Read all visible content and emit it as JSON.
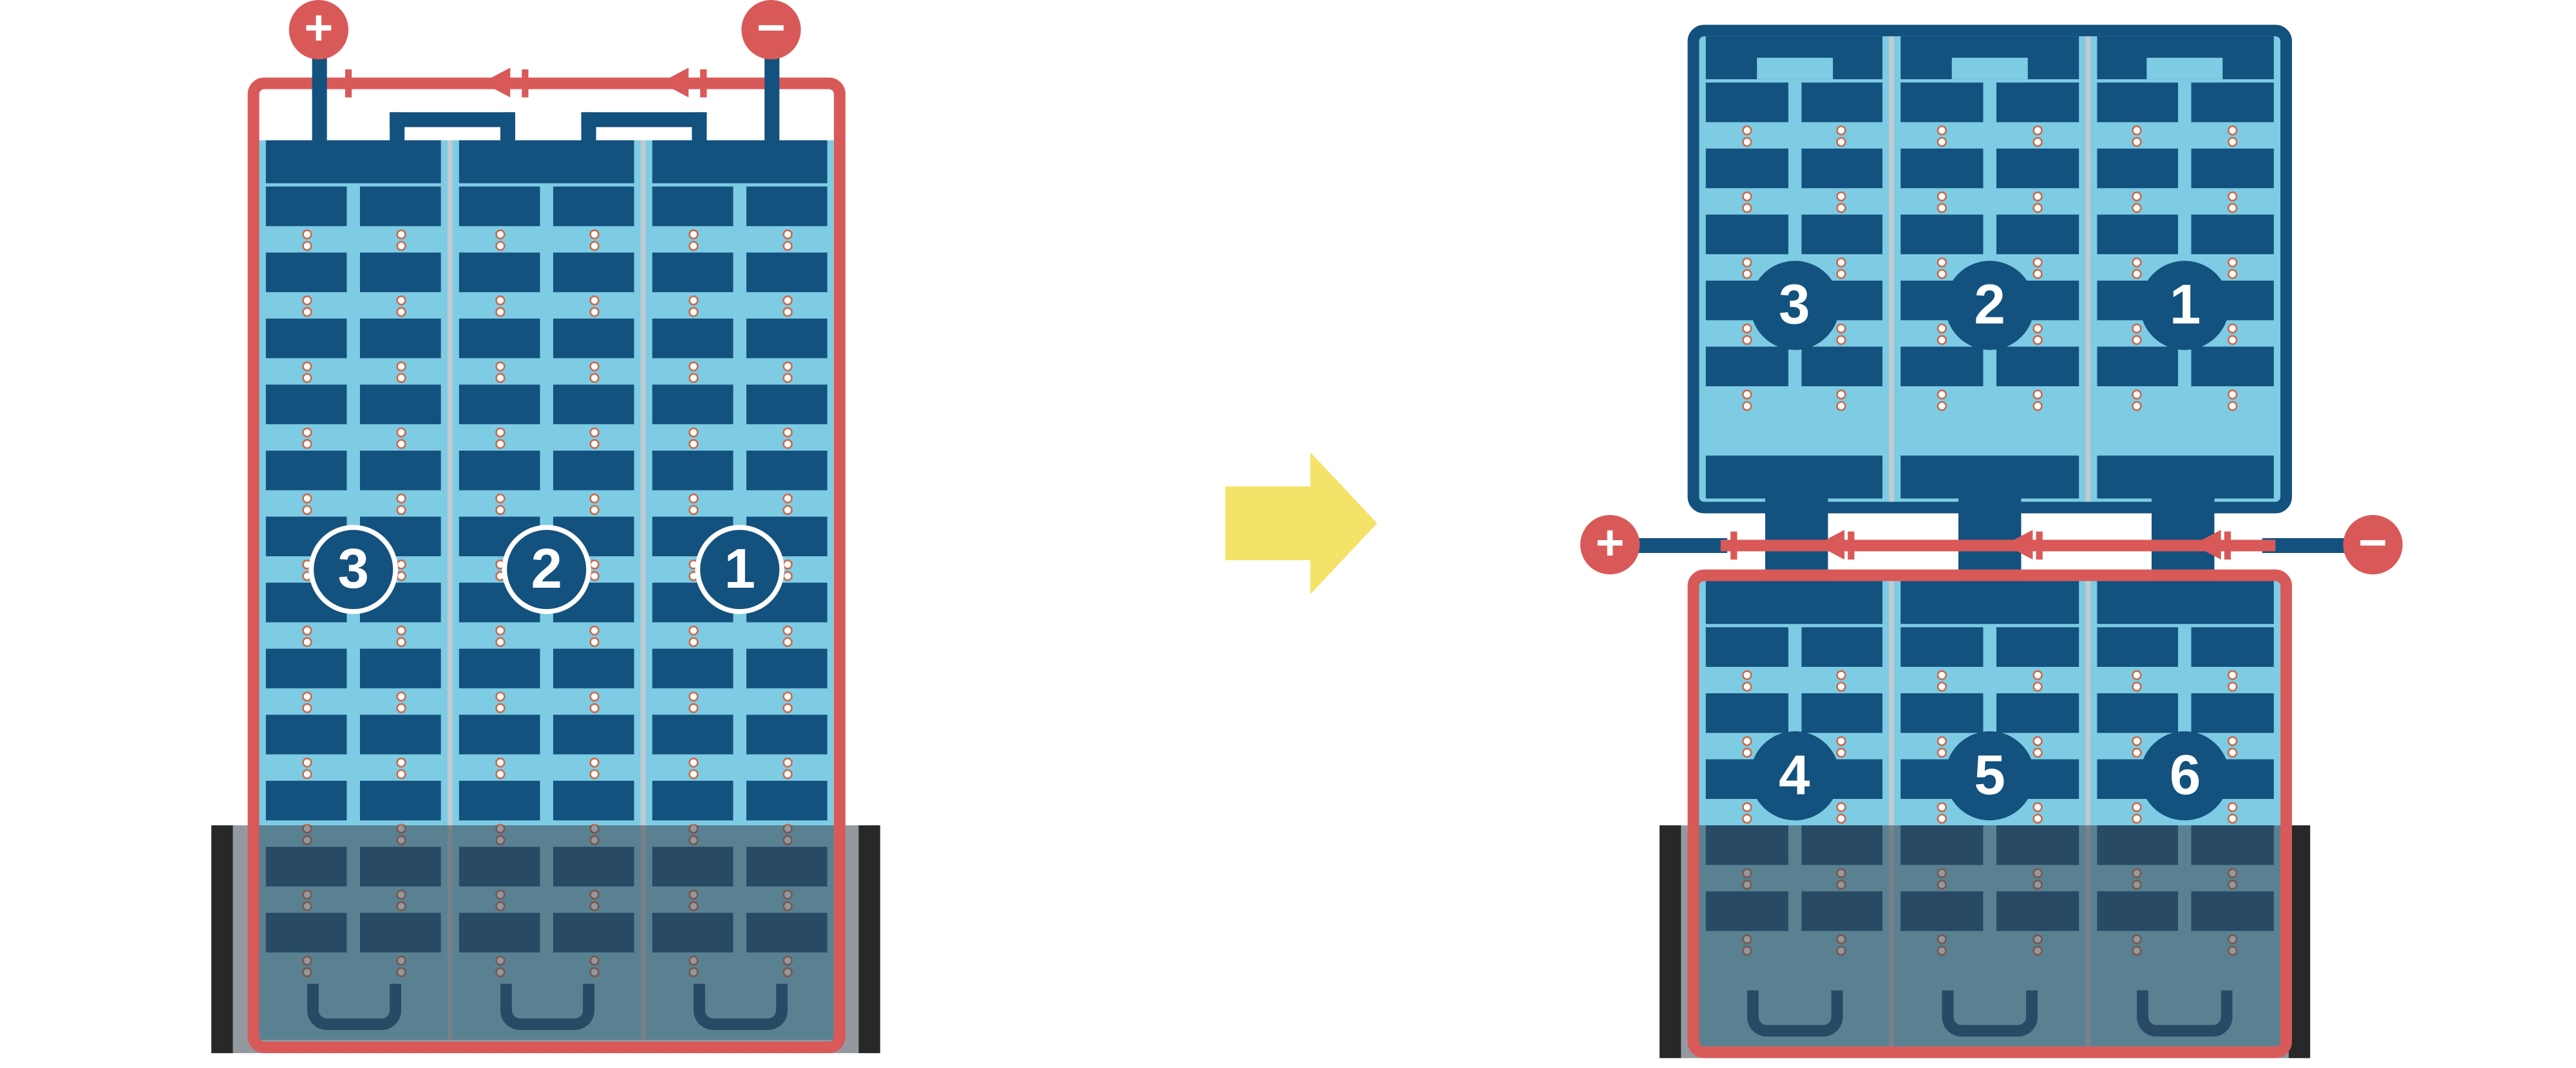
{
  "diagram": {
    "type": "battery-string-reconfiguration",
    "before": {
      "string_labels": [
        "3",
        "2",
        "1"
      ],
      "positive_terminal": "+",
      "negative_terminal": "−"
    },
    "after": {
      "top_string_labels": [
        "3",
        "2",
        "1"
      ],
      "bottom_string_labels": [
        "4",
        "5",
        "6"
      ],
      "positive_terminal": "+",
      "negative_terminal": "−"
    }
  },
  "pattern": {
    "columns": 3,
    "before_rows": 12,
    "after_top_rows": 5,
    "after_bottom_rows": 5
  },
  "colors": {
    "red": "#D95959",
    "dark_blue": "#13517E",
    "light_blue": "#7ECBE4",
    "separator": "#C2CBD1",
    "band_overlay": "rgba(58,70,78,0.55)",
    "band_cap": "#282828",
    "arrow_yellow": "#F5E268",
    "dot_ring": "#C96A4A",
    "background": "#FFFFFF"
  }
}
